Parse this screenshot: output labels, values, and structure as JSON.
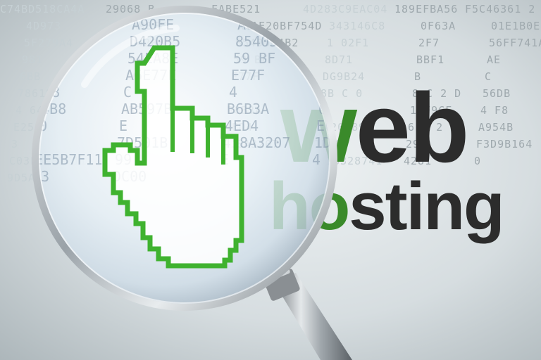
{
  "headline": {
    "line1": "web",
    "line2": "hosting",
    "highlight_letters": {
      "line1": "w",
      "line2": "o"
    }
  },
  "colors": {
    "text_dark": "#2c2c2c",
    "text_green": "#3a8a2a",
    "cursor_green": "#3fb22f",
    "background": "#d4dbde",
    "lens_tint": "#e6f0f6",
    "handle_metal": "#8a8f93"
  },
  "icons": {
    "cursor": "pointing-hand-cursor-icon",
    "magnifier": "magnifying-glass-icon"
  },
  "background_hex": [
    "C74BD518CA4A",
    "29068 B",
    "FABE521",
    "4D283C9EAC04",
    "189EFBA56",
    "F5C46361 2",
    "4D973",
    "A90FE",
    "A6AE20BF754D",
    "343146C8",
    "0F63A",
    "01E1B0E",
    "5F279A4",
    "D420B5",
    "85405D4B2",
    "1 02F1",
    "2F7",
    "56FF741A83",
    "981",
    "54EA8E",
    "59 BF",
    "8D71",
    "BBF1",
    "AE",
    "6BB",
    "A6E77E",
    "E77F",
    "DG9B24",
    "B",
    "C",
    "78618",
    "C",
    "4",
    "8B C 0",
    "8 C 2 D",
    "56DB",
    "4 64B8",
    "AB597B",
    "B6B3A",
    "6",
    "17F9CF",
    "4 F8",
    "E250",
    "E",
    "4ED4",
    "E020C89",
    "6F5 2",
    "A954B",
    "3",
    "7D501B",
    "458A3207",
    "1D39",
    "29",
    "F3D9B164",
    "C03EE5B7F11",
    "99",
    "E",
    "4 16328741",
    "4281",
    "0",
    "9D5A3",
    "DC00"
  ]
}
